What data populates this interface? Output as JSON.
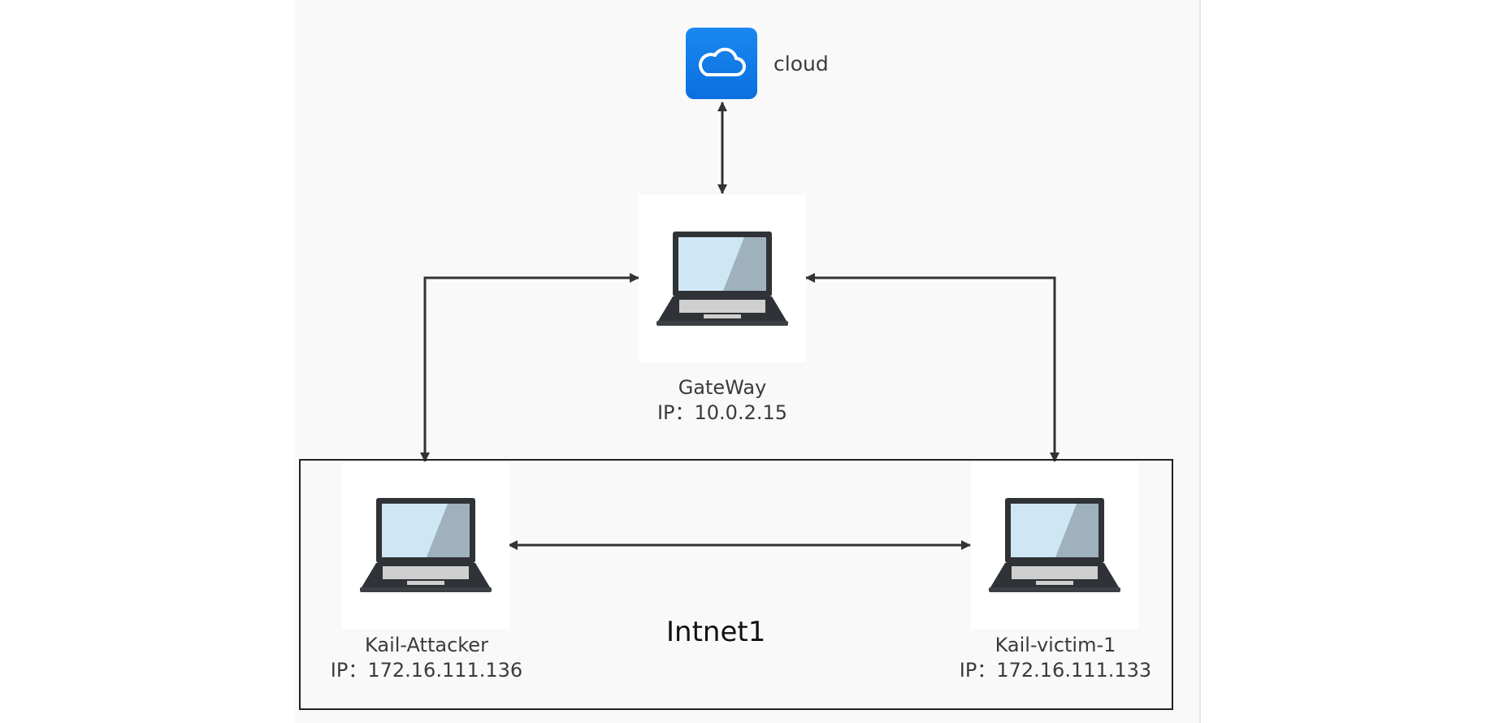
{
  "cloud": {
    "label": "cloud",
    "icon": "cloud-icon",
    "color": "#0a6fe0"
  },
  "gateway": {
    "name": "GateWay",
    "ip": "IP：10.0.2.15",
    "icon": "laptop-icon"
  },
  "attacker": {
    "name": "Kail-Attacker",
    "ip": "IP：172.16.111.136",
    "icon": "laptop-icon"
  },
  "victim": {
    "name": "Kail-victim-1",
    "ip": "IP：172.16.111.133",
    "icon": "laptop-icon"
  },
  "network": {
    "label": "Intnet1"
  }
}
